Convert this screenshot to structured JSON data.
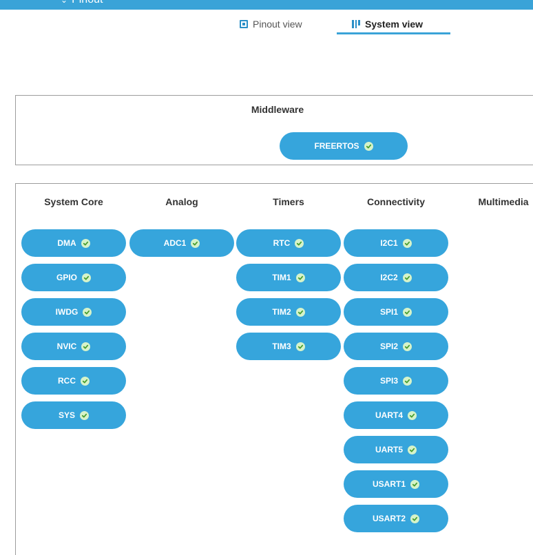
{
  "header": {
    "title": "Pinout"
  },
  "view_tabs": [
    {
      "label": "Pinout view",
      "icon": "chip-icon"
    },
    {
      "label": "System view",
      "icon": "grid-icon",
      "active": true
    }
  ],
  "middleware": {
    "title": "Middleware",
    "items": [
      {
        "label": "FREERTOS",
        "status": "ok"
      }
    ]
  },
  "categories": [
    {
      "name": "System Core",
      "items": [
        {
          "label": "DMA"
        },
        {
          "label": "GPIO"
        },
        {
          "label": "IWDG"
        },
        {
          "label": "NVIC"
        },
        {
          "label": "RCC"
        },
        {
          "label": "SYS"
        }
      ]
    },
    {
      "name": "Analog",
      "items": [
        {
          "label": "ADC1"
        }
      ]
    },
    {
      "name": "Timers",
      "items": [
        {
          "label": "RTC"
        },
        {
          "label": "TIM1"
        },
        {
          "label": "TIM2"
        },
        {
          "label": "TIM3"
        }
      ]
    },
    {
      "name": "Connectivity",
      "items": [
        {
          "label": "I2C1"
        },
        {
          "label": "I2C2"
        },
        {
          "label": "SPI1"
        },
        {
          "label": "SPI2"
        },
        {
          "label": "SPI3"
        },
        {
          "label": "UART4"
        },
        {
          "label": "UART5"
        },
        {
          "label": "USART1"
        },
        {
          "label": "USART2"
        }
      ]
    },
    {
      "name": "Multimedia",
      "items": []
    }
  ],
  "colors": {
    "accent": "#36a5dc",
    "check_bg": "#d6f3c9",
    "check_mark": "#4a9e2f"
  }
}
